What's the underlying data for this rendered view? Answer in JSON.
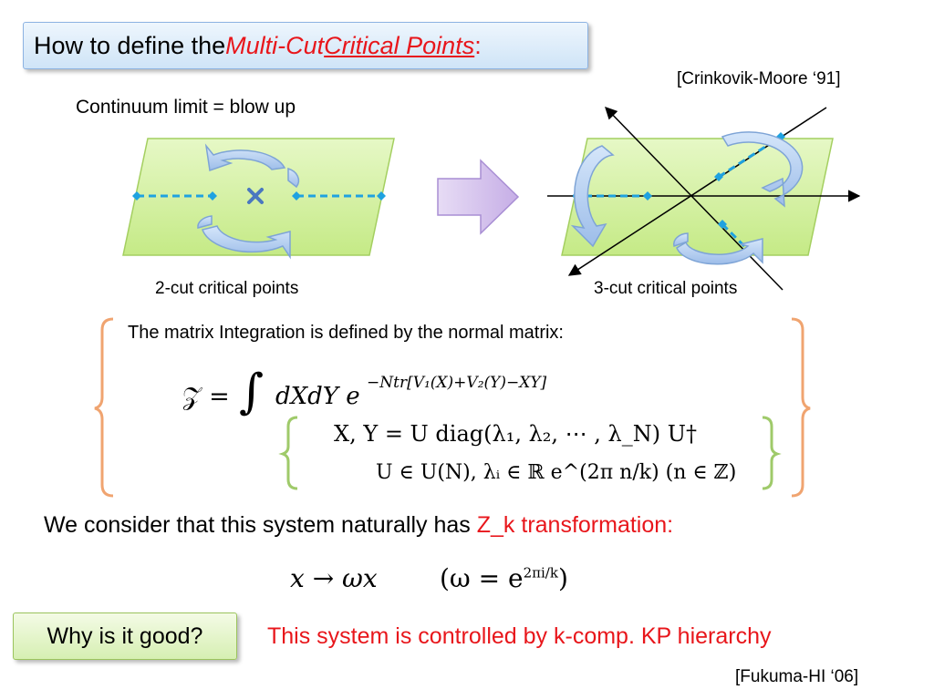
{
  "title": {
    "prefix": "How to define the ",
    "emph1": "Multi-Cut",
    "space": " ",
    "emph2": "Critical Points",
    "suffix": ":"
  },
  "cite_top": "[Crinkovik-Moore ‘91]",
  "continuum": "Continuum limit = blow up",
  "caption_2cut": "2-cut critical points",
  "caption_3cut": "3-cut critical points",
  "matrix_intro": "The matrix Integration is defined by the normal matrix:",
  "formula": {
    "lhs": "𝒵 = ",
    "integral": "∫",
    "integrand": "dXdY e",
    "exponent": "−Ntr[V₁(X)+V₂(Y)−XY]",
    "line1": "X, Y = U diag(λ₁, λ₂, ⋯ , λ_N) U†",
    "line2": "U ∈ U(N),    λᵢ ∈ ℝ e^(2π n/k) (n ∈ ℤ)"
  },
  "consider": {
    "black": "We consider that this system naturally has ",
    "red": "Z_k transformation:"
  },
  "transform": {
    "main": "x → ωx",
    "paren": "(ω = e",
    "exp": "2πi/k",
    "close": ")"
  },
  "why_label": "Why is it good?",
  "kp_statement": "This system is controlled by k-comp. KP hierarchy",
  "cite_bottom": "[Fukuma-HI ‘06]",
  "colors": {
    "title_red": "#e8161b",
    "plane_green": "#d3f29c",
    "cut_blue": "#1fa2e0",
    "arrow_blue": "#a9c7ef",
    "block_arrow": "#d5c2ec",
    "brace_orange": "#f0a470",
    "brace_green": "#9fca6a"
  },
  "icons": [
    "cross-mark-icon",
    "circular-arrow-icon",
    "block-arrow-right-icon"
  ]
}
